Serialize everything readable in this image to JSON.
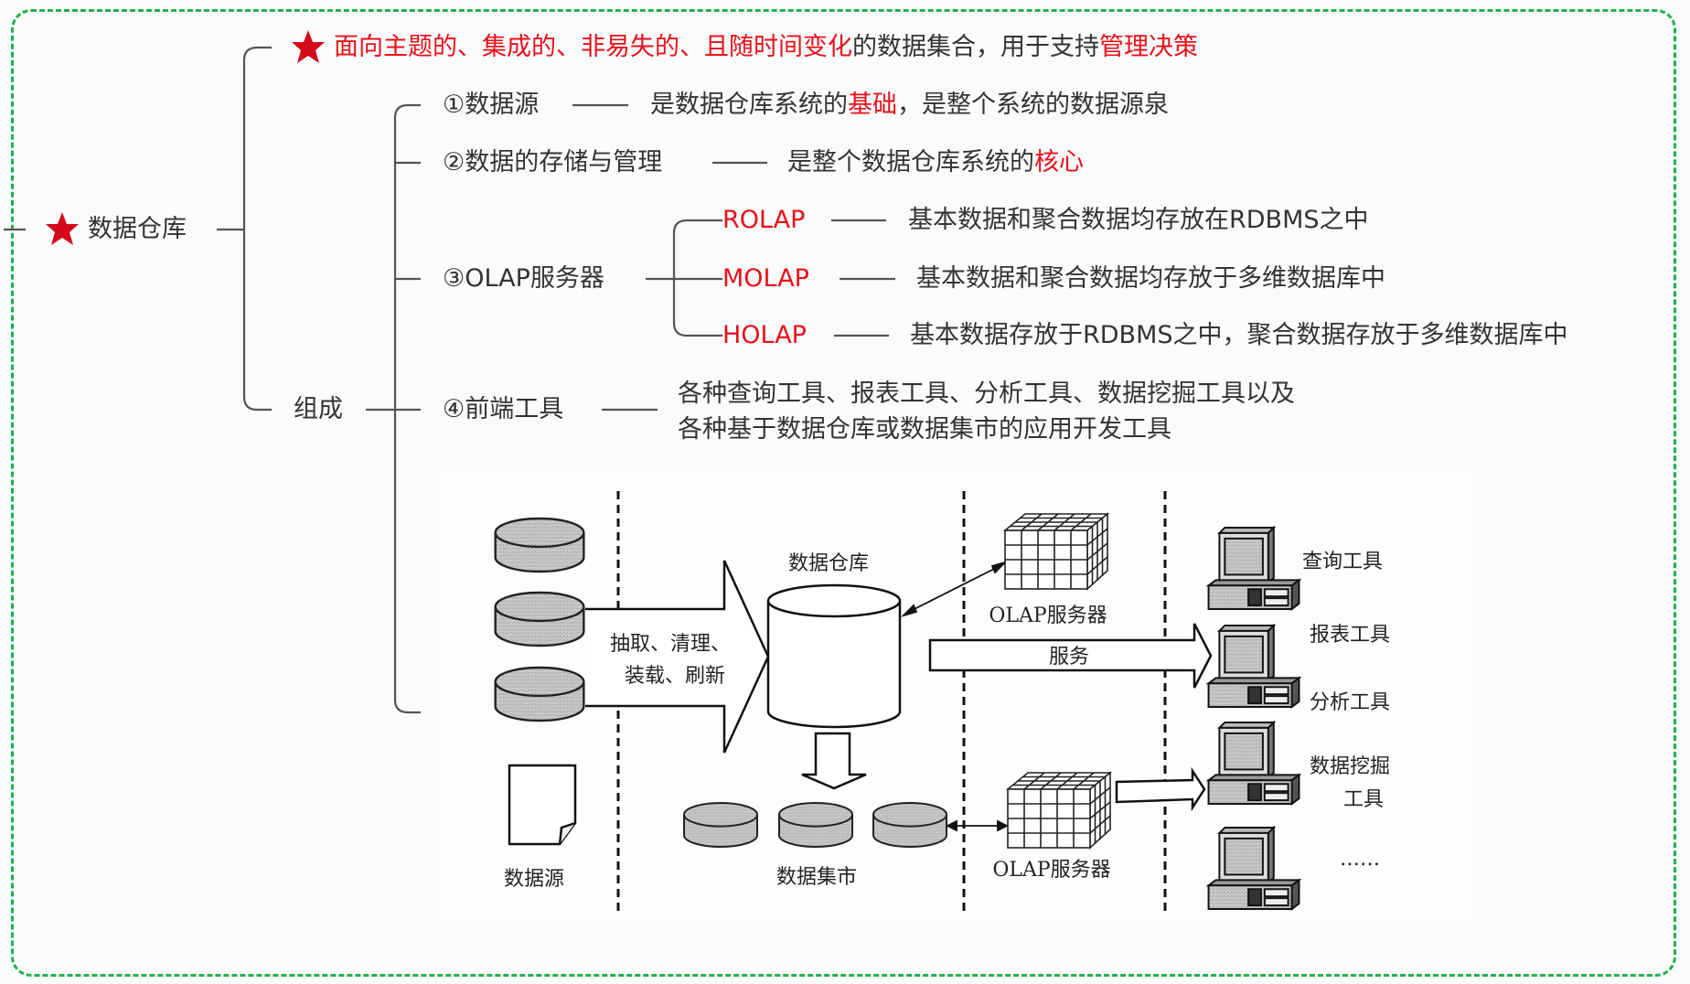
{
  "colors": {
    "accent_red": "#e8101a",
    "text": "#333333",
    "border_green": "#22b14c"
  },
  "root": {
    "label": "数据仓库",
    "icon": "star-icon"
  },
  "definition": {
    "icon": "star-icon",
    "part1": "面向主题的、集成的、非易失的、且随时间变化",
    "part2": "的数据集合，用于支持",
    "part3": "管理决策"
  },
  "composition": {
    "label": "组成",
    "items": [
      {
        "label": "①数据源",
        "desc_a": "是数据仓库系统的",
        "desc_b": "基础",
        "desc_c": "，是整个系统的数据源泉"
      },
      {
        "label": "②数据的存储与管理",
        "desc_a": "是整个数据仓库系统的",
        "desc_b": "核心"
      },
      {
        "label": "③OLAP服务器",
        "children": [
          {
            "label": "ROLAP",
            "desc": "基本数据和聚合数据均存放在RDBMS之中"
          },
          {
            "label": "MOLAP",
            "desc": "基本数据和聚合数据均存放于多维数据库中"
          },
          {
            "label": "HOLAP",
            "desc": "基本数据存放于RDBMS之中，聚合数据存放于多维数据库中"
          }
        ]
      },
      {
        "label": "④前端工具",
        "desc_line1": "各种查询工具、报表工具、分析工具、数据挖掘工具以及",
        "desc_line2": "各种基于数据仓库或数据集市的应用开发工具"
      }
    ]
  },
  "diagram": {
    "source_label": "数据源",
    "etl_line1": "抽取、清理、",
    "etl_line2": "装载、刷新",
    "warehouse_label": "数据仓库",
    "olap_label_1": "OLAP服务器",
    "olap_label_2": "OLAP服务器",
    "service_label": "服务",
    "mart_label": "数据集市",
    "tools": [
      "查询工具",
      "报表工具",
      "分析工具",
      "数据挖掘",
      "工具",
      "……"
    ]
  }
}
